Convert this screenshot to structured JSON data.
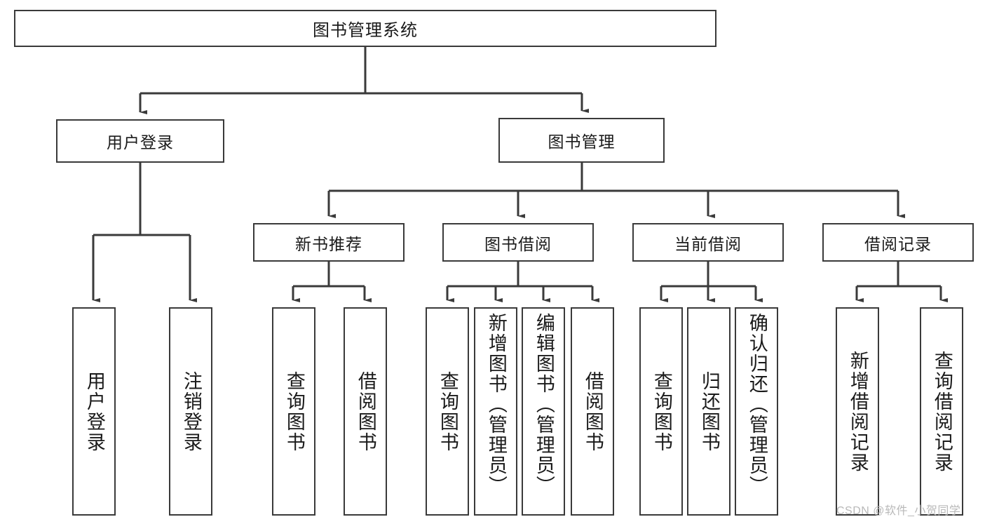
{
  "diagram": {
    "type": "tree",
    "title": "图书管理系统",
    "watermark": "CSDN @软件_小贺同学",
    "colors": {
      "border": "#3a3a3a",
      "text": "#1a1a1a",
      "background": "#ffffff",
      "watermark": "#b9b9b9"
    },
    "root": {
      "label": "图书管理系统"
    },
    "level2": [
      {
        "label": "用户登录"
      },
      {
        "label": "图书管理"
      }
    ],
    "level3": [
      {
        "label": "新书推荐"
      },
      {
        "label": "图书借阅"
      },
      {
        "label": "当前借阅"
      },
      {
        "label": "借阅记录"
      }
    ],
    "leaves": [
      {
        "label": "用户登录",
        "parent": "用户登录"
      },
      {
        "label": "注销登录",
        "parent": "用户登录"
      },
      {
        "label": "查询图书",
        "parent": "新书推荐"
      },
      {
        "label": "借阅图书",
        "parent": "新书推荐"
      },
      {
        "label": "查询图书",
        "parent": "图书借阅"
      },
      {
        "label": "新增图书（管理员）",
        "parent": "图书借阅"
      },
      {
        "label": "编辑图书（管理员）",
        "parent": "图书借阅"
      },
      {
        "label": "借阅图书",
        "parent": "图书借阅"
      },
      {
        "label": "查询图书",
        "parent": "当前借阅"
      },
      {
        "label": "归还图书",
        "parent": "当前借阅"
      },
      {
        "label": "确认归还（管理员）",
        "parent": "当前借阅"
      },
      {
        "label": "新增借阅记录",
        "parent": "借阅记录"
      },
      {
        "label": "查询借阅记录",
        "parent": "借阅记录"
      }
    ]
  }
}
